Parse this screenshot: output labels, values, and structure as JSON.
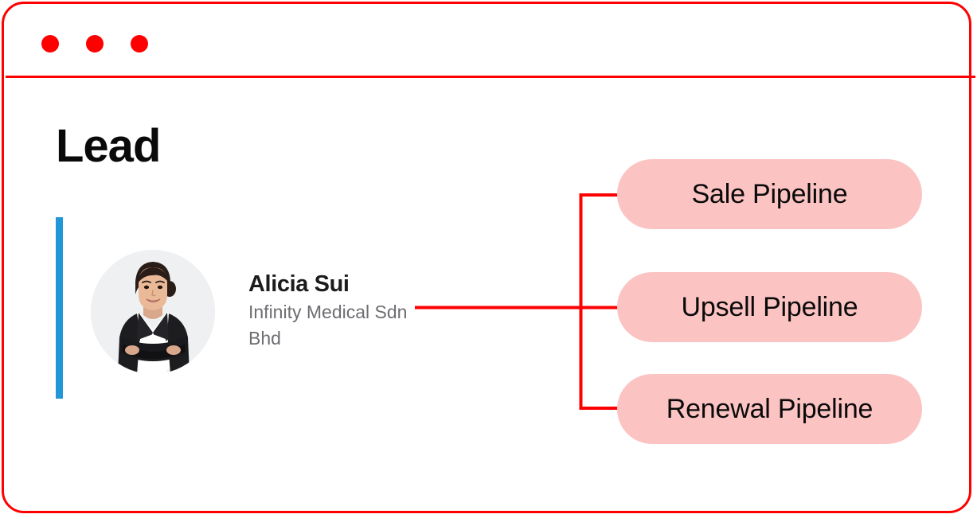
{
  "window": {
    "border_color": "#fe0000",
    "dots": [
      {
        "name": "window-dot-close",
        "color": "#fe0000"
      },
      {
        "name": "window-dot-minimize",
        "color": "#fe0000"
      },
      {
        "name": "window-dot-maximize",
        "color": "#fe0000"
      }
    ]
  },
  "page": {
    "title": "Lead"
  },
  "lead": {
    "accent_color": "#2196d8",
    "avatar_alt": "professional-woman-portrait",
    "name": "Alicia Sui",
    "company": "Infinity Medical Sdn Bhd"
  },
  "connector": {
    "color": "#fe0000"
  },
  "pipelines": [
    {
      "label": "Sale Pipeline",
      "color": "#fcc3c3"
    },
    {
      "label": "Upsell Pipeline",
      "color": "#fcc3c3"
    },
    {
      "label": "Renewal Pipeline",
      "color": "#fcc3c3"
    }
  ]
}
